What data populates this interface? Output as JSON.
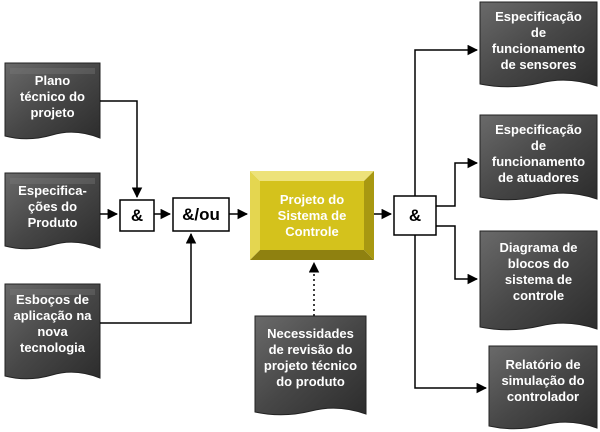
{
  "inputs": [
    {
      "label": "Plano\ntécnico do\nprojeto"
    },
    {
      "label": "Especifica-\nções do\nProduto"
    },
    {
      "label": "Esboços de\naplicação na\nnova\ntecnologia"
    }
  ],
  "gates": {
    "and1": "&",
    "andor": "&/ou",
    "and2": "&"
  },
  "center": {
    "label": "Projeto do\nSistema de\nControle"
  },
  "needs": {
    "label": "Necessidades\nde revisão do\nprojeto técnico\ndo produto"
  },
  "outputs": [
    {
      "label": "Especificação\nde\nfuncionamento\nde sensores"
    },
    {
      "label": "Especificação\nde\nfuncionamento\nde atuadores"
    },
    {
      "label": "Diagrama de\nblocos do\nsistema de\ncontrole"
    },
    {
      "label": "Relatório de\nsimulação do\ncontrolador"
    }
  ],
  "colors": {
    "doc_fill": "#4a4a4a",
    "doc_dark": "#2f2f2f",
    "doc_light": "#8a8a8a",
    "center_fill": "#d4c21c",
    "center_light": "#ede27a",
    "center_dark": "#9b8c10",
    "line": "#000000"
  }
}
